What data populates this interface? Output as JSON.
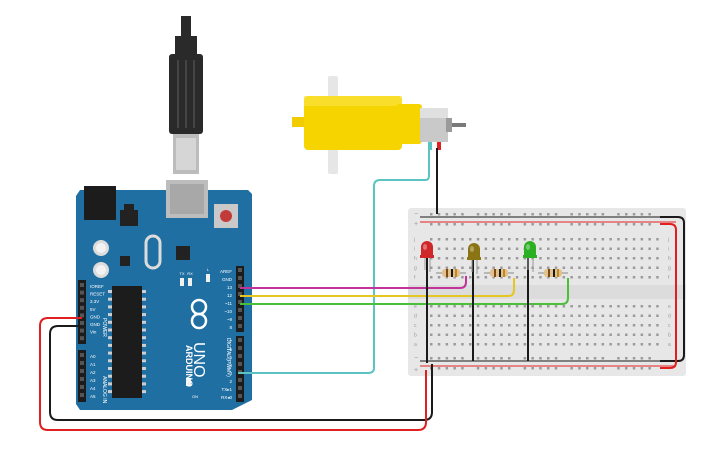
{
  "arduino": {
    "brand": "ARDUINO",
    "model": "UNO",
    "power_header": "POWER",
    "analog_header": "ANALOG IN",
    "digital_header": "DIGITAL (PWM~)",
    "on_label": "ON",
    "tx_label": "TX",
    "rx_label": "RX",
    "l_label": "L",
    "power_pins": [
      "IOREF",
      "RESET",
      "3.3V",
      "5V",
      "GND",
      "GND",
      "Vin"
    ],
    "analog_pins": [
      "A0",
      "A1",
      "A2",
      "A3",
      "A4",
      "A5"
    ],
    "digital_pins_top": [
      "AREF",
      "GND",
      "13",
      "12",
      "~11",
      "~10",
      "~9",
      "8"
    ],
    "digital_pins_bottom": [
      "7",
      "~6",
      "~5",
      "4",
      "~3",
      "2",
      "TX▸1",
      "RX◂0"
    ]
  },
  "breadboard": {
    "plus": "+",
    "minus": "−",
    "row_letters_top": [
      "j",
      "i",
      "h",
      "g",
      "f"
    ],
    "row_letters_bottom": [
      "e",
      "d",
      "c",
      "b",
      "a"
    ]
  },
  "components": {
    "leds": [
      {
        "name": "red-led",
        "color": "#d0282a"
      },
      {
        "name": "yellow-led",
        "color": "#8a7414"
      },
      {
        "name": "green-led",
        "color": "#2bb024"
      }
    ],
    "motor_body_color": "#f5d400"
  },
  "colors": {
    "pcb": "#1f6fa3",
    "wire_black": "#1a1a1a",
    "wire_red": "#e02020",
    "wire_magenta": "#c2339a",
    "wire_yellow": "#e6c620",
    "wire_green": "#4bbf3a",
    "wire_teal": "#5cc3c3"
  }
}
